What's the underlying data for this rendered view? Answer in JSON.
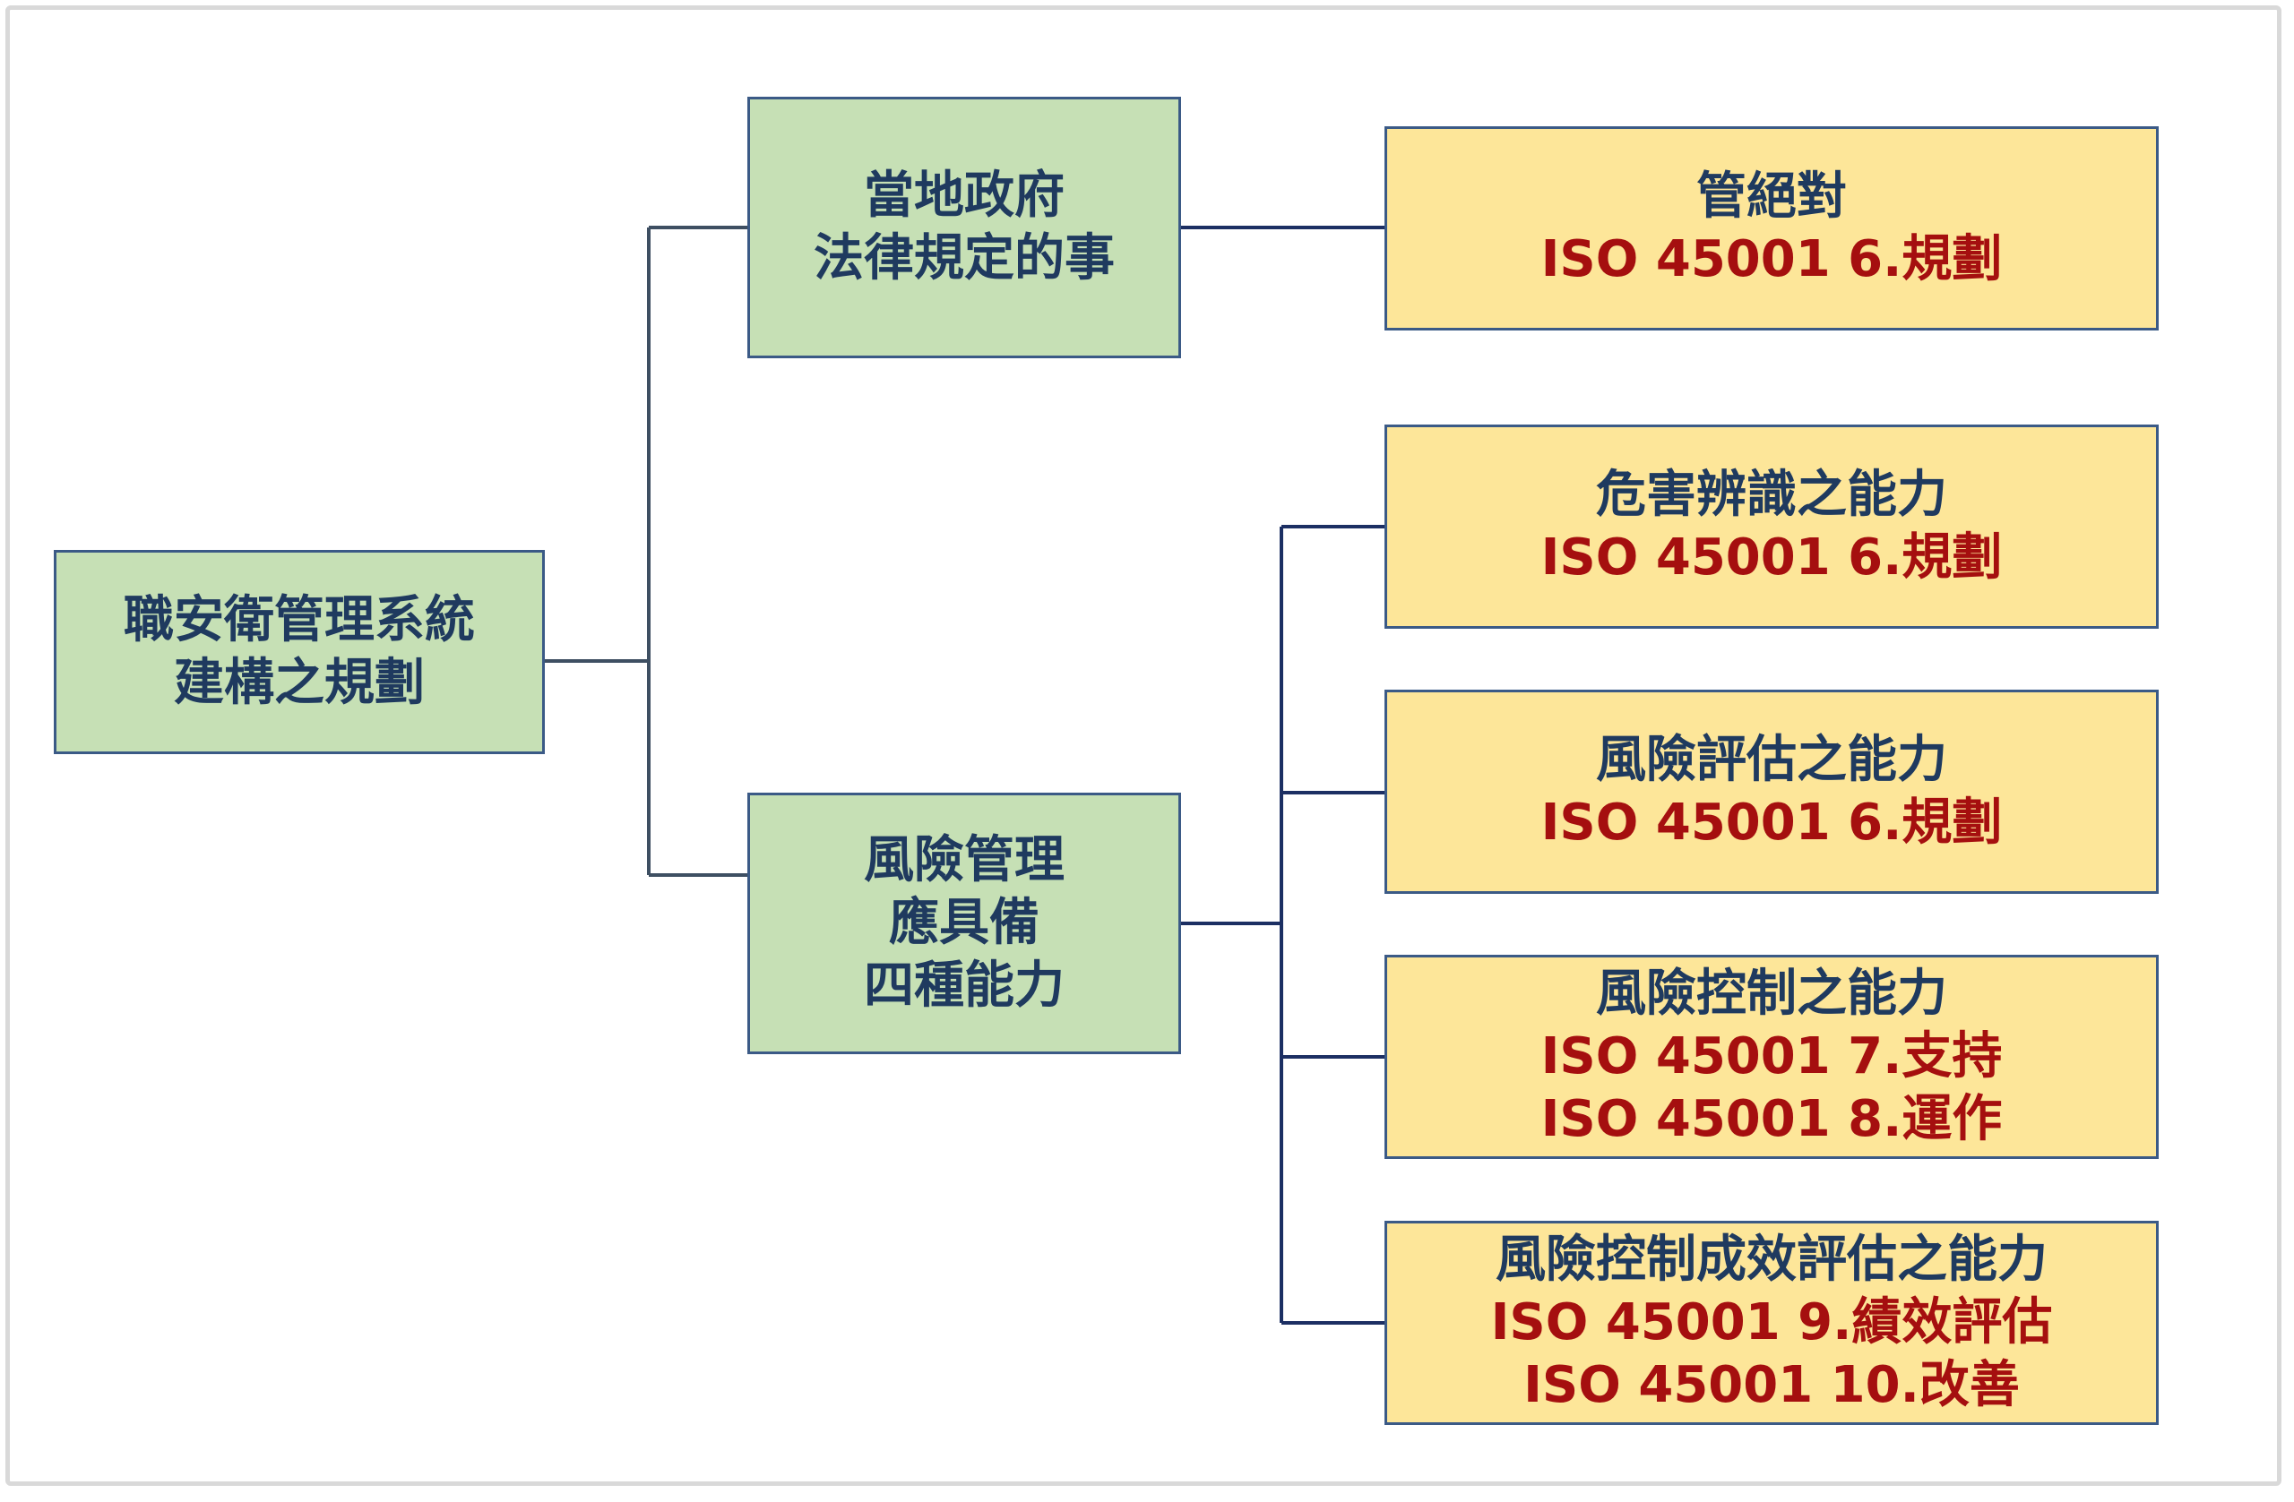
{
  "root": {
    "lines": [
      "職安衛管理系統",
      "建構之規劃"
    ]
  },
  "branches": [
    {
      "lines": [
        "當地政府",
        "法律規定的事"
      ],
      "children": [
        {
          "title": "管絕對",
          "refs": [
            "ISO 45001  6.規劃"
          ]
        }
      ]
    },
    {
      "lines": [
        "風險管理",
        "應具備",
        "四種能力"
      ],
      "children": [
        {
          "title": "危害辨識之能力",
          "refs": [
            "ISO 45001  6.規劃"
          ]
        },
        {
          "title": "風險評估之能力",
          "refs": [
            "ISO 45001  6.規劃"
          ]
        },
        {
          "title": "風險控制之能力",
          "refs": [
            "ISO 45001  7.支持",
            "ISO 45001  8.運作"
          ]
        },
        {
          "title": "風險控制成效評估之能力",
          "refs": [
            "ISO 45001  9.績效評估",
            "ISO 45001  10.改善"
          ]
        }
      ]
    }
  ],
  "colors": {
    "green_fill": "#c6e0b5",
    "yellow_fill": "#fde699",
    "border": "#3b5a86",
    "title_text": "#1f3a5f",
    "ref_text": "#a50f0f",
    "connector_left": "#3e4f62",
    "connector_right": "#1c2f63"
  }
}
